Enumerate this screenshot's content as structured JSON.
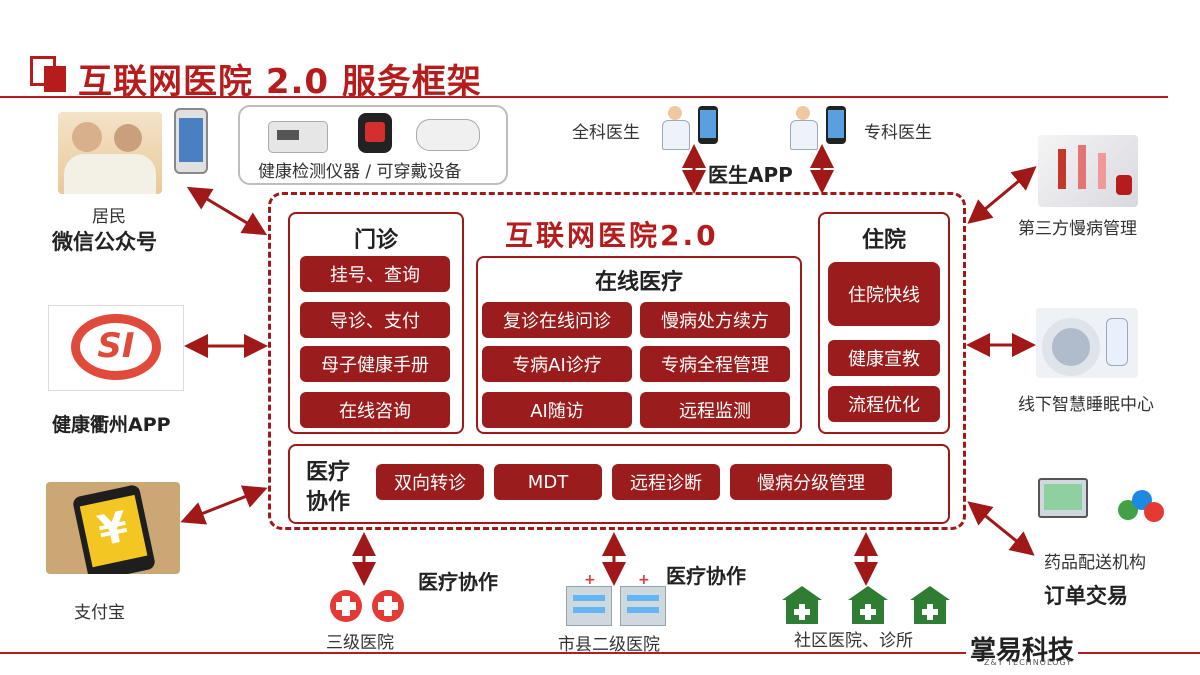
{
  "title": "互联网医院 2.0 服务框架",
  "center_title": "互联网医院2.0",
  "devices": {
    "caption": "健康检测仪器 / 可穿戴设备"
  },
  "doctors": {
    "general": "全科医生",
    "specialist": "专科医生",
    "app": "医生APP"
  },
  "left": {
    "wechat": {
      "top": "居民",
      "bottom": "微信公众号"
    },
    "quzhou": {
      "label": "健康衢州APP",
      "logo_text": "SI"
    },
    "alipay": {
      "label": "支付宝",
      "symbol": "¥"
    }
  },
  "right": {
    "chronic": "第三方慢病管理",
    "sleep": "线下智慧睡眠中心",
    "pharmacy": {
      "top": "药品配送机构",
      "bottom": "订单交易"
    }
  },
  "outpatient": {
    "title": "门诊",
    "items": [
      "挂号、查询",
      "导诊、支付",
      "母子健康手册",
      "在线咨询"
    ]
  },
  "online": {
    "title": "在线医疗",
    "items": [
      "复诊在线问诊",
      "慢病处方续方",
      "专病AI诊疗",
      "专病全程管理",
      "AI随访",
      "远程监测"
    ]
  },
  "inpatient": {
    "title": "住院",
    "items": [
      "住院快线",
      "健康宣教",
      "流程优化"
    ]
  },
  "collab": {
    "title_line1": "医疗",
    "title_line2": "协作",
    "items": [
      "双向转诊",
      "MDT",
      "远程诊断",
      "慢病分级管理"
    ]
  },
  "bottom": {
    "collab_label_1": "医疗协作",
    "collab_label_2": "医疗协作",
    "tier3": "三级医院",
    "county": "市县二级医院",
    "community": "社区医院、诊所"
  },
  "brand": {
    "name": "掌易科技",
    "sub": "Z&Y TECHNOLOGY"
  },
  "colors": {
    "accent": "#b71c1c",
    "button": "#9b1c1c",
    "green": "#2e7d32"
  }
}
